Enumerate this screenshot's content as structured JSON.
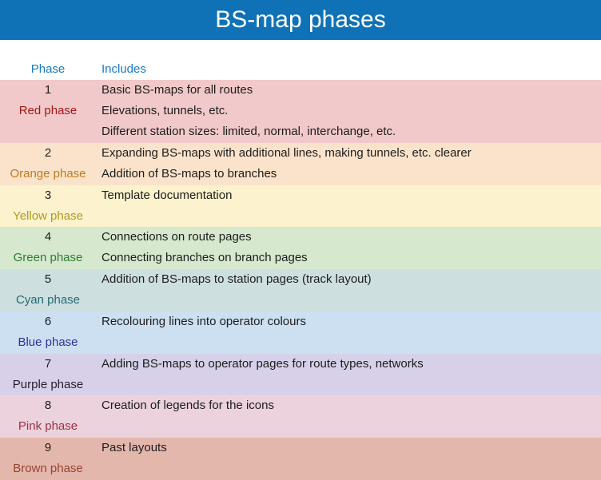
{
  "title": "BS-map phases",
  "colors": {
    "titlebar_bg": "#0f72b6",
    "header_text": "#1878c2",
    "body_text": "#1c1c1c"
  },
  "table": {
    "headers": {
      "phase": "Phase",
      "includes": "Includes"
    },
    "rows": [
      {
        "number": "1",
        "label": "Red phase",
        "label_color": "#a01818",
        "bg": "#f2c9ca",
        "includes": [
          "Basic BS-maps for all routes",
          "Elevations, tunnels, etc.",
          "Different station sizes: limited, normal, interchange, etc."
        ]
      },
      {
        "number": "2",
        "label": "Orange phase",
        "label_color": "#c07a1e",
        "bg": "#fbe3cb",
        "includes": [
          "Expanding BS-maps with additional lines, making tunnels, etc. clearer",
          "Addition of BS-maps to branches"
        ]
      },
      {
        "number": "3",
        "label": "Yellow phase",
        "label_color": "#b29a20",
        "bg": "#fcf2cd",
        "includes": [
          "Template documentation"
        ]
      },
      {
        "number": "4",
        "label": "Green phase",
        "label_color": "#2f7d31",
        "bg": "#d6e8ce",
        "includes": [
          "Connections on route pages",
          "Connecting branches on branch pages"
        ]
      },
      {
        "number": "5",
        "label": "Cyan phase",
        "label_color": "#256b6f",
        "bg": "#cedfe0",
        "includes": [
          "Addition of BS-maps to station pages (track layout)"
        ]
      },
      {
        "number": "6",
        "label": "Blue phase",
        "label_color": "#30309a",
        "bg": "#cde0f2",
        "includes": [
          "Recolouring lines into operator colours"
        ]
      },
      {
        "number": "7",
        "label": "Purple phase",
        "label_color": "#251d30",
        "bg": "#d6d1e9",
        "includes": [
          "Adding BS-maps to operator pages for route types, networks"
        ]
      },
      {
        "number": "8",
        "label": "Pink phase",
        "label_color": "#9e3048",
        "bg": "#ebd2dd",
        "includes": [
          "Creation of legends for the icons"
        ]
      },
      {
        "number": "9",
        "label": "Brown phase",
        "label_color": "#97452f",
        "bg": "#e4b7ad",
        "includes": [
          "Past layouts"
        ]
      }
    ]
  }
}
